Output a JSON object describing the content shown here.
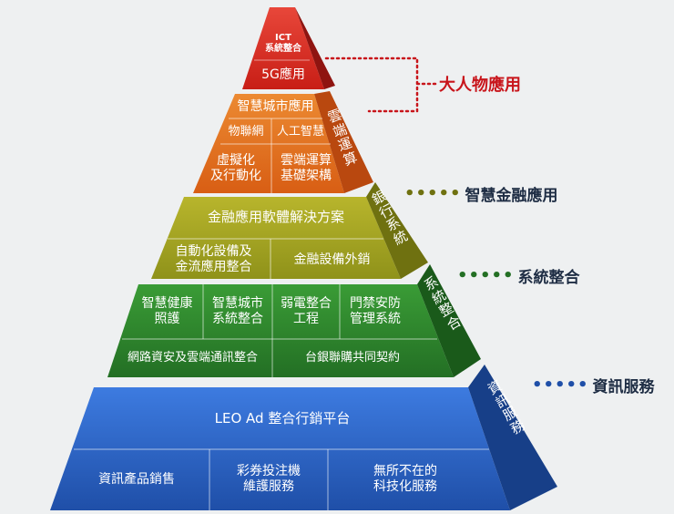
{
  "colors": {
    "red": "#d42a1e",
    "orange": "#e06e1c",
    "olive": "#9ea11f",
    "green": "#2e8a2e",
    "blue": "#2a64c4",
    "label_red": "#c8151b",
    "label_dark": "#1e2d44"
  },
  "tiers": {
    "top": {
      "ict": "ICT\n系統整合",
      "g5": "5G應用"
    },
    "orange": {
      "smart_city": "智慧城市應用",
      "iot": "物聯網",
      "ai": "人工智慧",
      "virtual": "虛擬化\n及行動化",
      "cloud_infra": "雲端運算\n基礎架構",
      "side": "雲端運算"
    },
    "olive": {
      "fin_sw": "金融應用軟體解決方案",
      "auto": "自動化設備及\n金流應用整合",
      "export": "金融設備外銷",
      "side": "銀行系統"
    },
    "green": {
      "health": "智慧健康\n照護",
      "city_int": "智慧城市\n系統整合",
      "weak": "弱電整合\n工程",
      "access": "門禁安防\n管理系統",
      "network": "網路資安及雲端通訊整合",
      "lottery_bank": "台銀聯購共同契約",
      "side": "系統整合"
    },
    "blue": {
      "leo": "LEO Ad 整合行銷平台",
      "products": "資訊產品銷售",
      "lottery_maint": "彩券投注機\n維護服務",
      "ubiq": "無所不在的\n科技化服務",
      "side": "資訊服務"
    }
  },
  "labels": {
    "big": "大人物應用",
    "fin": "智慧金融應用",
    "sys": "系統整合",
    "info": "資訊服務"
  },
  "dots": "•••••"
}
